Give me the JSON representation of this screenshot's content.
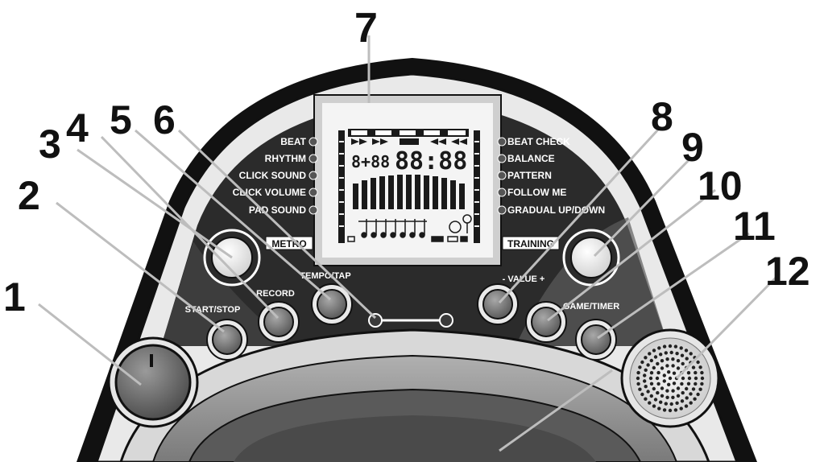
{
  "callouts": [
    "1",
    "2",
    "3",
    "4",
    "5",
    "6",
    "7",
    "8",
    "9",
    "10",
    "11",
    "12"
  ],
  "left_menu": [
    "BEAT",
    "RHYTHM",
    "CLICK SOUND",
    "CLICK VOLUME",
    "PAD SOUND"
  ],
  "right_menu": [
    "BEAT CHECK",
    "BALANCE",
    "PATTERN",
    "FOLLOW ME",
    "GRADUAL UP/DOWN"
  ],
  "buttons": {
    "metro": "METRO",
    "training": "TRAINING",
    "start_stop": "START/STOP",
    "record": "RECORD",
    "tempo_tap": "TEMPO/TAP",
    "value": "- VALUE +",
    "game_timer": "GAME/TIMER"
  },
  "lcd": {
    "digits_small": "8+88",
    "digits_big": "88:88"
  },
  "colors": {
    "panel_dark": "#2b2b2b",
    "panel_mid": "#555555",
    "rim_light": "#e6e6e6",
    "outline": "#111111",
    "knob_red": "#6e6e6e",
    "lcd_bg": "#f4f4f4"
  }
}
